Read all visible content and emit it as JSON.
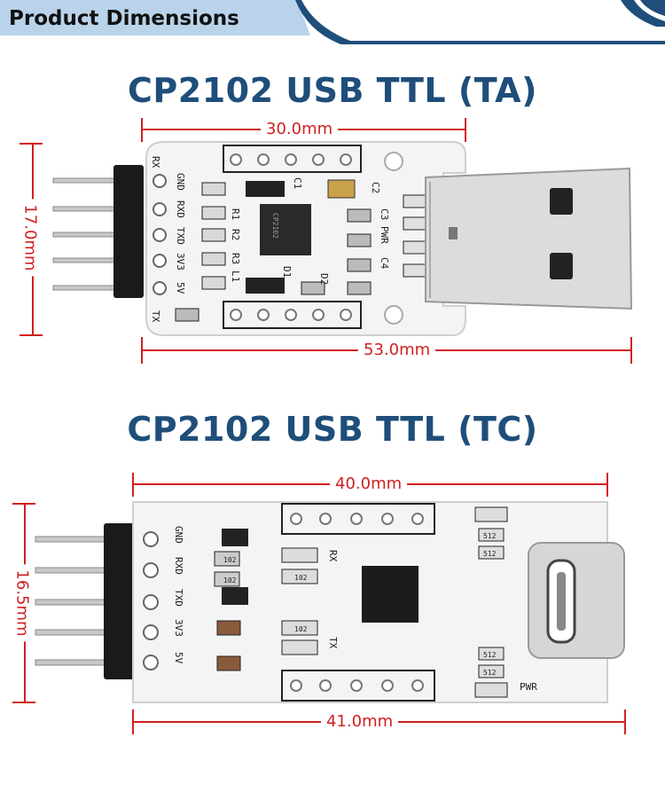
{
  "header": {
    "title": "Product Dimensions"
  },
  "board_ta": {
    "title": "CP2102 USB TTL (TA)",
    "dim_top": "30.0mm",
    "dim_bottom": "53.0mm",
    "dim_height": "17.0mm",
    "pin_labels": [
      "RX",
      "GND",
      "RXD",
      "TXD",
      "3V3",
      "5V",
      "TX"
    ],
    "silk": {
      "c1": "C1",
      "c2": "C2",
      "c3": "C3",
      "c4": "C4",
      "r1": "R1",
      "r2": "R2",
      "r3": "R3",
      "l1": "L1",
      "d1": "D1",
      "d2": "D2",
      "pwr": "PWR",
      "chip": "CP2102"
    }
  },
  "board_tc": {
    "title": "CP2102 USB TTL (TC)",
    "dim_top": "40.0mm",
    "dim_bottom": "41.0mm",
    "dim_height": "16.5mm",
    "pin_labels": [
      "GND",
      "RXD",
      "TXD",
      "3V3",
      "5V"
    ],
    "silk": {
      "rx": "RX",
      "tx": "TX",
      "pwr": "PWR",
      "r102a": "102",
      "r102b": "102",
      "r102c": "102",
      "r102d": "102",
      "r512a": "512",
      "r512b": "512",
      "r512c": "512",
      "r512d": "512"
    }
  },
  "colors": {
    "accent": "#1f4e7a",
    "dimension": "#d02020",
    "pcb": "#f4f4f4"
  }
}
